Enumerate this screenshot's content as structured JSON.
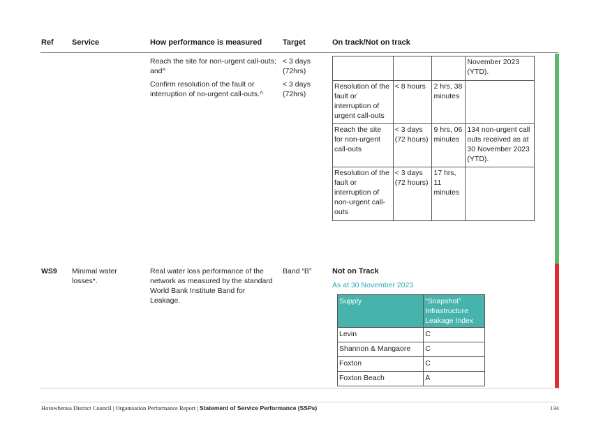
{
  "header": {
    "ref": "Ref",
    "service": "Service",
    "measure": "How performance is measured",
    "target": "Target",
    "status": "On track/Not on track"
  },
  "section1": {
    "measures": [
      {
        "text": "Reach the site for non-urgent call-outs; and^",
        "target": "< 3 days (72hrs)"
      },
      {
        "text": "Confirm resolution of the fault or interruption of no-urgent call-outs.^",
        "target": "< 3 days (72hrs)"
      }
    ],
    "results": [
      {
        "measure": "",
        "target": "",
        "actual": "",
        "note": "November 2023 (YTD)."
      },
      {
        "measure": "Resolution of the fault or interruption of urgent call-outs",
        "target": "< 8 hours",
        "actual": "2 hrs, 38 minutes",
        "note": ""
      },
      {
        "measure": "Reach the site for non-urgent call-outs",
        "target": "< 3 days (72 hours)",
        "actual": "9 hrs, 06 minutes",
        "note": "134 non-urgent call outs received as at 30 November 2023 (YTD)."
      },
      {
        "measure": "Resolution of the fault or interruption of non-urgent call-outs",
        "target": "< 3 days (72 hours)",
        "actual": "17 hrs, 11 minutes",
        "note": ""
      }
    ]
  },
  "ws9": {
    "ref": "WS9",
    "service": "Minimal water losses*.",
    "measure": "Real water loss performance of the network as measured by the standard World Bank Institute Band for Leakage.",
    "target": "Band “B”",
    "status": "Not on Track",
    "as_at": "As at 30 November 2023",
    "table_headers": [
      "Supply",
      "“Snapshot” Infrastructure Leakage Index"
    ],
    "rows": [
      {
        "supply": "Levin",
        "index": "C"
      },
      {
        "supply": "Shannon & Mangaore",
        "index": "C"
      },
      {
        "supply": "Foxton",
        "index": "C"
      },
      {
        "supply": "Foxton Beach",
        "index": "A"
      }
    ]
  },
  "colors": {
    "on_track": "#5cb96b",
    "not_on_track": "#e02b2f",
    "table_header": "#46b3ac",
    "as_at_text": "#2aa8b8"
  },
  "footer": {
    "org": "Horowhenua District Council | Organisation Performance Report | ",
    "doc": "Statement of Service Performance (SSPs)",
    "page": "134"
  }
}
